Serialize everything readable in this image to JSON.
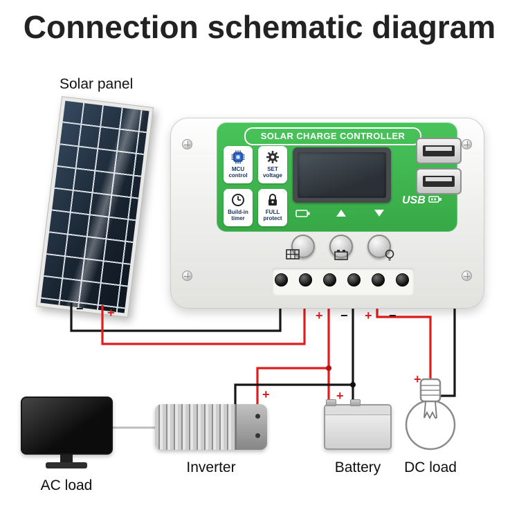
{
  "page": {
    "title": "Connection schematic diagram"
  },
  "diagram": {
    "solar_panel_label": "Solar panel",
    "components": {
      "ac_load": "AC load",
      "inverter": "Inverter",
      "battery": "Battery",
      "dc_load": "DC load"
    }
  },
  "controller": {
    "name": "SOLAR CHARGE CONTROLLER",
    "features": [
      {
        "label": "MCU control",
        "icon": "chip-icon"
      },
      {
        "label": "SET voltage",
        "icon": "gear-icon"
      },
      {
        "label": "Build-in timer",
        "icon": "clock-icon"
      },
      {
        "label": "FULL protect",
        "icon": "lock-icon"
      }
    ],
    "usb_label": "USB"
  },
  "polarity": {
    "plus": "+",
    "minus": "−"
  },
  "colors": {
    "wire_positive": "#e11c1c",
    "wire_negative": "#161616",
    "controller_green": "#3cb24d"
  }
}
